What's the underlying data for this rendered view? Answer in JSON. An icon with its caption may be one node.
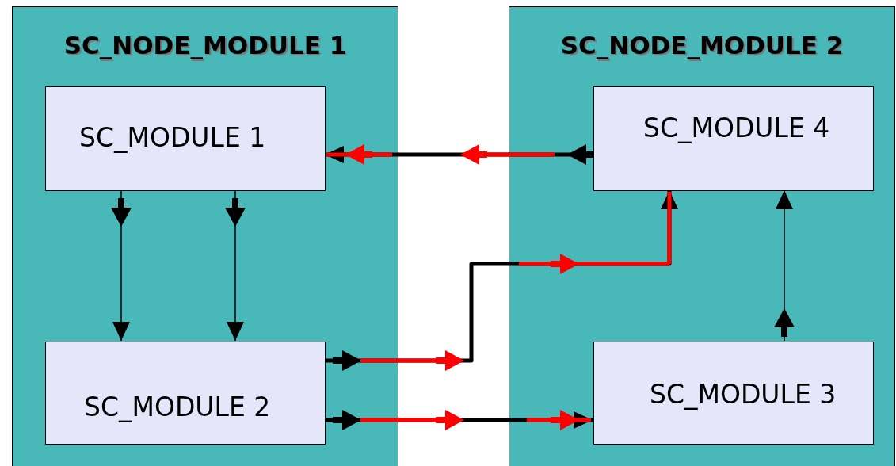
{
  "diagram": {
    "nodes": [
      {
        "text": [
          "SC_NODE_MODULE 1"
        ]
      },
      {
        "text": [
          "SC_MODULE 1"
        ],
        "in": 0
      },
      {
        "text": [
          "SC_MODULE 2"
        ],
        "in": 0
      },
      {
        "text": [
          "SC_NODE_MODULE 2"
        ]
      },
      {
        "text": [
          "SC_MODULE 4"
        ],
        "in": 3
      },
      {
        "text": [
          "SC_MODULE 3"
        ],
        "in": 3
      }
    ],
    "edges": [
      {
        "from": 1,
        "to": 2,
        "arrow": "to"
      },
      {
        "from": 1,
        "to": 2,
        "arrow": "to"
      },
      {
        "from": 5,
        "to": 4,
        "arrow": "to"
      },
      {
        "from": 4,
        "to": 1,
        "arrow": "to",
        "style": "thick"
      },
      {
        "from": 2,
        "to": 4,
        "arrow": "to",
        "style": "thick"
      },
      {
        "from": 2,
        "to": 5,
        "arrow": "to",
        "style": "thick"
      }
    ]
  }
}
